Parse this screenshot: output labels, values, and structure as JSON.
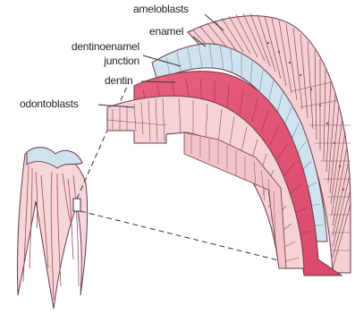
{
  "labels": {
    "ameloblasts": "ameloblasts",
    "enamel": "enamel",
    "dentinoenamel_line1": "dentinoenamel",
    "dentinoenamel_line2": "junction",
    "dentin": "dentin",
    "odontoblasts": "odontoblasts"
  },
  "colors": {
    "ameloblast_fill": "#f4cfd3",
    "enamel_fill": "#cfe3ee",
    "dentin_fill": "#e45a7c",
    "odontoblast_fill": "#f6d2d6",
    "outline": "#6a3a44",
    "leader": "#333333"
  }
}
